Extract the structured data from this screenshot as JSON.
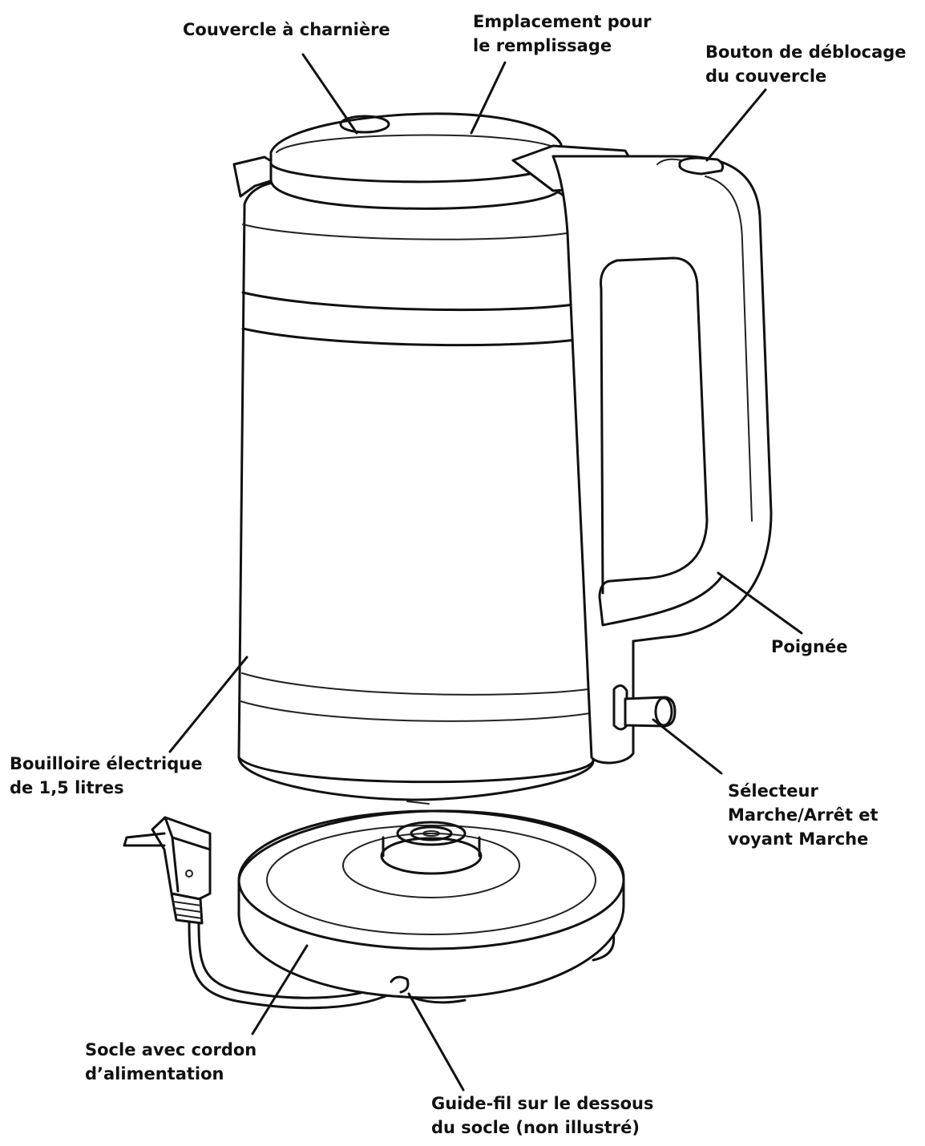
{
  "labels": {
    "lid": {
      "lines": [
        "Couvercle à charnière"
      ]
    },
    "fill_area": {
      "lines": [
        "Emplacement pour",
        "le remplissage"
      ]
    },
    "lid_release": {
      "lines": [
        "Bouton de déblocage",
        "du couvercle"
      ]
    },
    "handle": {
      "lines": [
        "Poignée"
      ]
    },
    "switch": {
      "lines": [
        "Sélecteur",
        "Marche/Arrêt et",
        "voyant Marche"
      ]
    },
    "kettle_body": {
      "lines": [
        "Bouilloire électrique",
        "de 1,5 litres"
      ]
    },
    "base": {
      "lines": [
        "Socle avec cordon",
        "d’alimentation"
      ]
    },
    "cord_wrap": {
      "lines": [
        "Guide-fil sur le dessous",
        "du socle (non illustré)"
      ]
    }
  },
  "colors": {
    "line": "#111111",
    "background": "#ffffff"
  }
}
